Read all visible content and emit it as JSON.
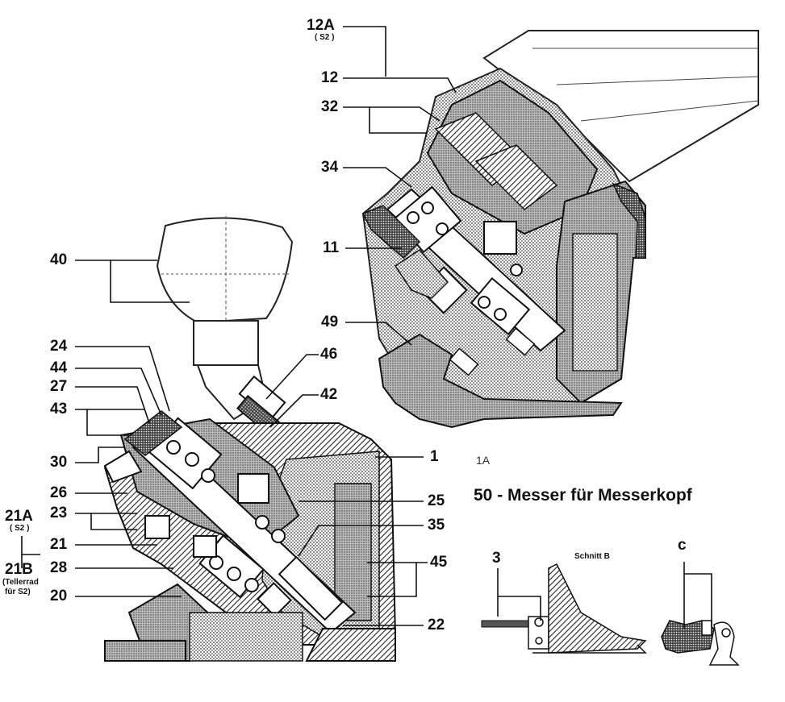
{
  "labels": {
    "l12A": "12A",
    "l12A_sub": "( S2 )",
    "l12": "12",
    "l32": "32",
    "l34": "34",
    "l11": "11",
    "l49": "49",
    "l40": "40",
    "l24": "24",
    "l46": "46",
    "l44": "44",
    "l42": "42",
    "l27": "27",
    "l43": "43",
    "l30": "30",
    "l1": "1",
    "l26": "26",
    "l25": "25",
    "l21A": "21A",
    "l21A_sub": "( S2 )",
    "l23": "23",
    "l35": "35",
    "l21": "21",
    "l21B": "21B",
    "l21B_sub1": "(Tellerrad",
    "l21B_sub2": "für S2)",
    "l28": "28",
    "l45": "45",
    "l20": "20",
    "l22": "22",
    "l3": "3",
    "lc": "c"
  },
  "caption": "50 - Messer für Messerkopf",
  "note_1A": "1A",
  "detail_label": "Schnitt B"
}
